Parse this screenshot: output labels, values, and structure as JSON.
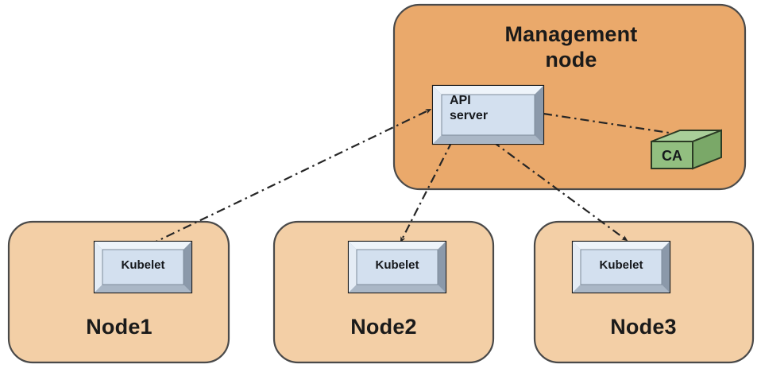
{
  "diagram": {
    "title_visible": false,
    "background": "#ffffff",
    "colors": {
      "management_fill": "#eaa96b",
      "node_fill": "#f3cfa6",
      "container_stroke": "#4a4a4a",
      "box_face": "#d3e0ef",
      "box_bevel_light": "#e9f1f8",
      "box_bevel_dark": "#9fadbd",
      "box_stroke": "#1c1c1c",
      "ca_face": "#92bf80",
      "ca_top": "#a9cf99",
      "ca_side": "#7aa868",
      "ca_stroke": "#2b3a24",
      "connector": "#262626",
      "text": "#1a1a1a"
    },
    "management_node": {
      "label": "Management\nnode",
      "api_server": {
        "label": "API\nserver"
      },
      "ca": {
        "label": "CA"
      }
    },
    "nodes": [
      {
        "label": "Node1",
        "component": "Kubelet"
      },
      {
        "label": "Node2",
        "component": "Kubelet"
      },
      {
        "label": "Node3",
        "component": "Kubelet"
      }
    ],
    "connections": [
      {
        "from": "API server",
        "to": "Node1 Kubelet",
        "style": "dash-dot",
        "arrows": "both"
      },
      {
        "from": "API server",
        "to": "Node2 Kubelet",
        "style": "dash-dot",
        "arrows": "both"
      },
      {
        "from": "API server",
        "to": "Node3 Kubelet",
        "style": "dash-dot",
        "arrows": "both"
      },
      {
        "from": "API server",
        "to": "CA",
        "style": "dash-dot",
        "arrows": "both"
      }
    ]
  }
}
